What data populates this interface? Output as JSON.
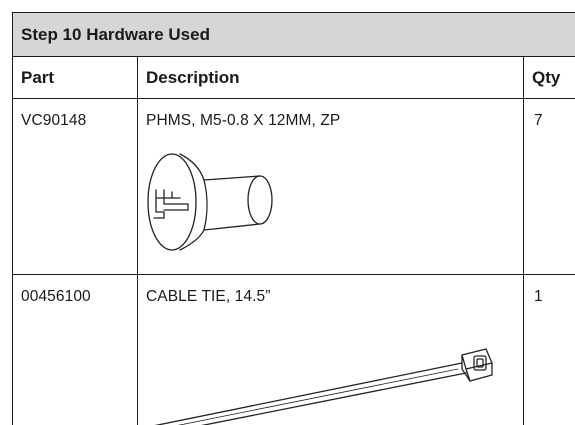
{
  "table": {
    "title": "Step 10 Hardware Used",
    "headers": {
      "part": "Part",
      "description": "Description",
      "qty": "Qty"
    },
    "rows": [
      {
        "part": "VC90148",
        "description": "PHMS, M5-0.8 X 12MM, ZP",
        "qty": "7",
        "icon": "pan-head-machine-screw-icon"
      },
      {
        "part": "00456100",
        "description": "CABLE TIE, 14.5”",
        "qty": "1",
        "icon": "cable-tie-icon"
      }
    ]
  }
}
